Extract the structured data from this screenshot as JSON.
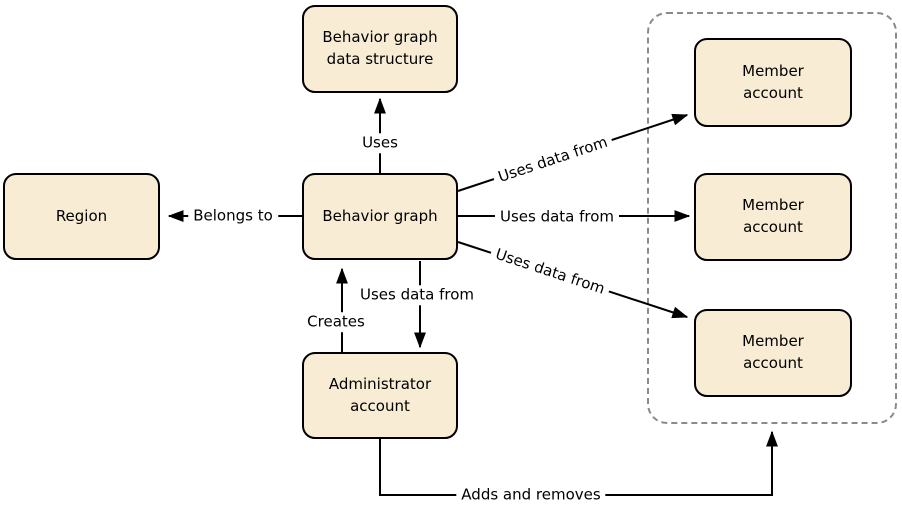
{
  "nodes": {
    "behavior_graph_data_structure": "Behavior graph\ndata structure",
    "region": "Region",
    "behavior_graph": "Behavior graph",
    "administrator_account": "Administrator\naccount",
    "member_accounts": [
      "Member\naccount",
      "Member\naccount",
      "Member\naccount"
    ]
  },
  "edges": {
    "uses": "Uses",
    "belongs_to": "Belongs to",
    "uses_data_from_top": "Uses data from",
    "uses_data_from_middle": "Uses data from",
    "uses_data_from_bottom": "Uses data from",
    "uses_data_from_admin": "Uses data from",
    "creates": "Creates",
    "adds_and_removes": "Adds and removes"
  },
  "colors": {
    "node_fill": "#F8ECD4",
    "node_border": "#000000",
    "arrow": "#000000",
    "member_group_border": "#8A8A8A",
    "background": "#FFFFFF"
  }
}
